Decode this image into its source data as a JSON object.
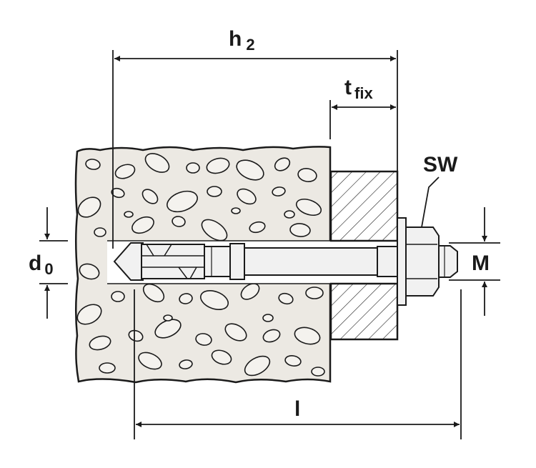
{
  "diagram": {
    "labels": {
      "h": "h",
      "h_sub": "2",
      "t": "t",
      "t_sub": "fix",
      "sw": "SW",
      "d": "d",
      "d_sub": "0",
      "m": "M",
      "l": "l"
    },
    "colors": {
      "ink": "#1a1a1a",
      "concrete": "#ece9e3",
      "stone": "#f4f2ee",
      "plate": "#ffffff",
      "metal": "#f1f1f1"
    }
  }
}
